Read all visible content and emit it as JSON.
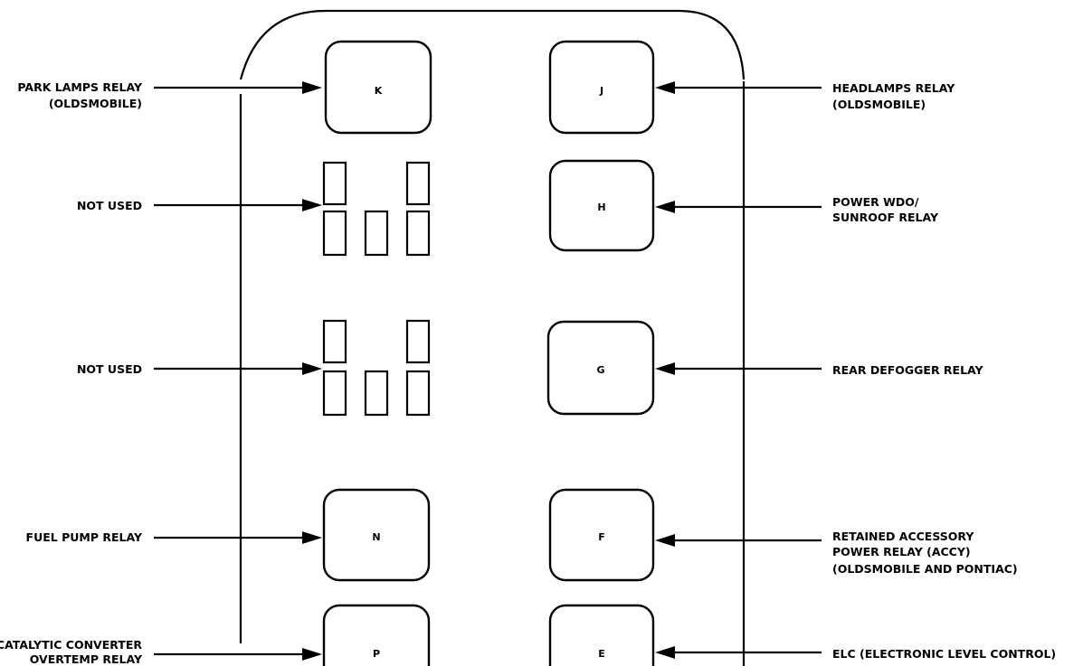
{
  "relays": [
    {
      "id": "relay-k",
      "label": "K"
    },
    {
      "id": "relay-j",
      "label": "J"
    },
    {
      "id": "relay-h",
      "label": "H"
    },
    {
      "id": "relay-g",
      "label": "G"
    },
    {
      "id": "relay-n",
      "label": "N"
    },
    {
      "id": "relay-f",
      "label": "F"
    },
    {
      "id": "relay-p",
      "label": "P"
    },
    {
      "id": "relay-e",
      "label": "E"
    }
  ],
  "callouts_left": [
    {
      "lines": [
        "PARK LAMPS RELAY",
        "(OLDSMOBILE)"
      ]
    },
    {
      "lines": [
        "NOT USED"
      ]
    },
    {
      "lines": [
        "NOT USED"
      ]
    },
    {
      "lines": [
        "FUEL PUMP RELAY"
      ]
    },
    {
      "lines": [
        "CATALYTIC CONVERTER",
        "OVERTEMP RELAY"
      ]
    }
  ],
  "callouts_right": [
    {
      "lines": [
        "HEADLAMPS RELAY",
        "(OLDSMOBILE)"
      ]
    },
    {
      "lines": [
        "POWER WDO/",
        "SUNROOF RELAY"
      ]
    },
    {
      "lines": [
        "REAR DEFOGGER RELAY"
      ]
    },
    {
      "lines": [
        "RETAINED ACCESSORY",
        "POWER RELAY (ACCY)",
        "(OLDSMOBILE AND PONTIAC)"
      ]
    },
    {
      "lines": [
        "ELC (ELECTRONIC LEVEL CONTROL)"
      ]
    }
  ]
}
